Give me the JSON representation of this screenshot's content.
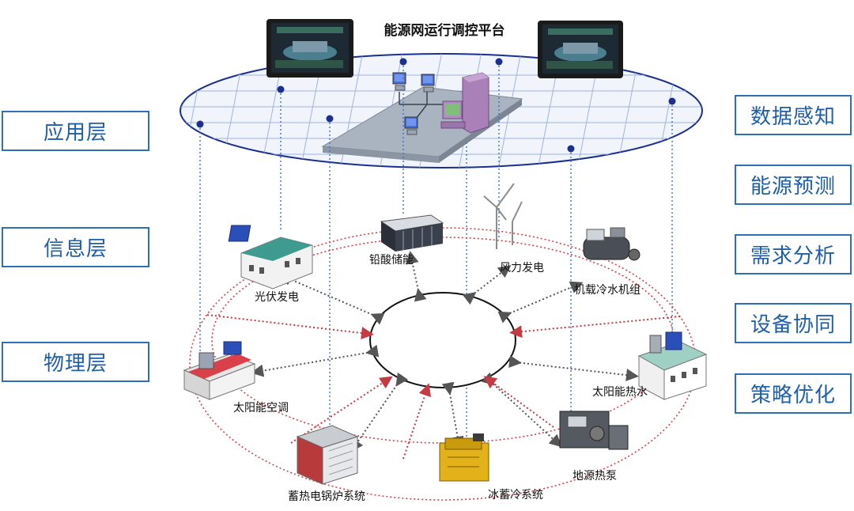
{
  "title": "能源网运行调控平台",
  "layers": [
    "应用层",
    "信息层",
    "物理层"
  ],
  "functions": [
    "数据感知",
    "能源预测",
    "需求分析",
    "设备协同",
    "策略优化"
  ],
  "devices": {
    "pv": "光伏发电",
    "lead_acid": "铅酸储能",
    "wind": "风力发电",
    "chiller": "机载冷水机组",
    "solar_ac": "太阳能空调",
    "solar_water": "太阳能热水",
    "boiler": "蓄热电锅炉系统",
    "ice": "冰蓄冷系统",
    "heat_pump": "地源热泵"
  },
  "colors": {
    "accent_blue": "#2e6fb7",
    "ellipse_blue": "#1a2f8f",
    "dashed_red": "#d9404a",
    "arrow_dark": "#555555"
  }
}
